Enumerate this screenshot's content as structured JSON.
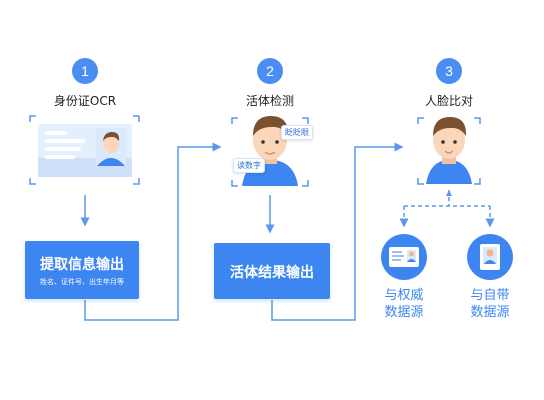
{
  "steps": [
    {
      "number": "1",
      "title": "身份证OCR",
      "box_main": "提取信息输出",
      "box_sub": "姓名、证件号、出生年月等"
    },
    {
      "number": "2",
      "title": "活体检测",
      "box_main": "活体结果输出",
      "tags": {
        "blink": "眨眨眼",
        "read": "读数字"
      }
    },
    {
      "number": "3",
      "title": "人脸比对"
    }
  ],
  "sources": [
    {
      "label_line1": "与权威",
      "label_line2": "数据源"
    },
    {
      "label_line1": "与自带",
      "label_line2": "数据源"
    }
  ],
  "colors": {
    "accent": "#3d86f2",
    "circle": "#4a8ef4",
    "skin": "#fbd6b8",
    "hair": "#7a5232",
    "shirt": "#3d86f2"
  }
}
